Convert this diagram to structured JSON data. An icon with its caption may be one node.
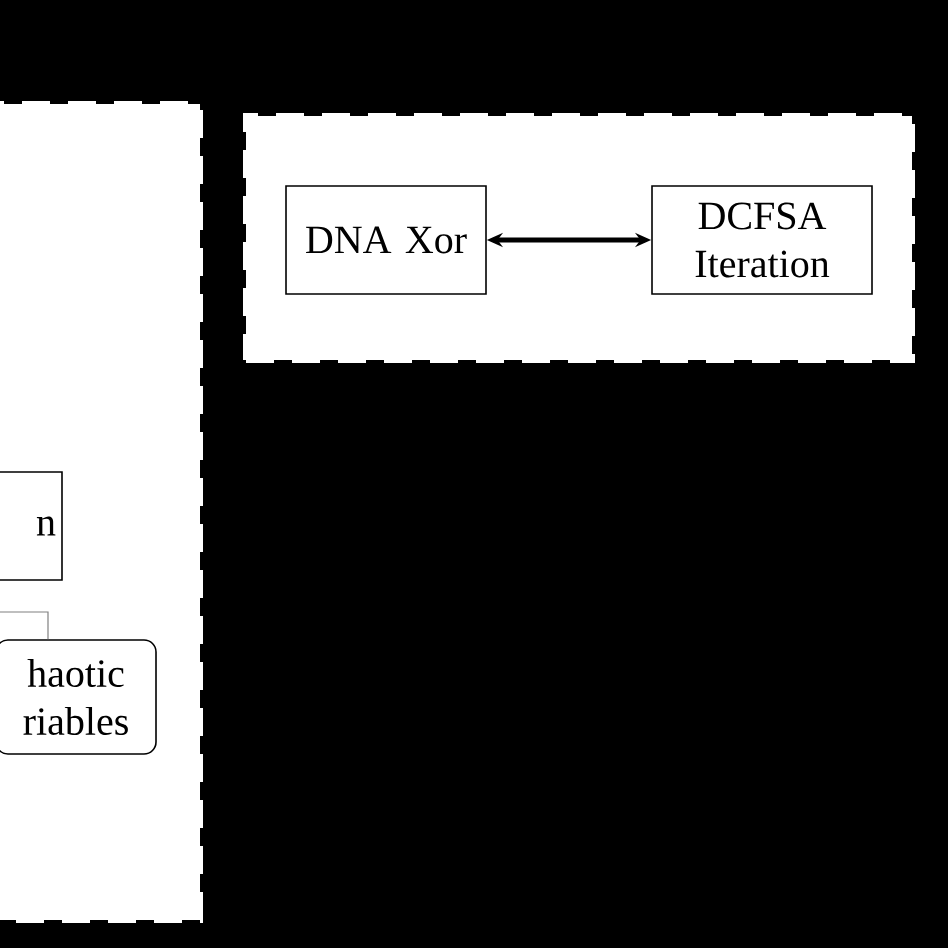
{
  "diagram": {
    "nodes": [
      {
        "text": [],
        "shape": "box"
      },
      {
        "text": [
          "n"
        ],
        "in": 0
      },
      {
        "text": [
          "haotic riables"
        ],
        "in": 0
      },
      {
        "text": [],
        "shape": "box"
      },
      {
        "text": [
          "DNA Xor"
        ],
        "in": 3
      },
      {
        "text": [
          "DCFSA Iteration"
        ],
        "in": 3
      }
    ],
    "edges": [
      {
        "from": null,
        "to": 2,
        "arrow": "none",
        "color": "#808080"
      },
      {
        "from": 4,
        "to": 5,
        "arrow": "both",
        "style": "thick",
        "color": "#000000"
      }
    ]
  }
}
